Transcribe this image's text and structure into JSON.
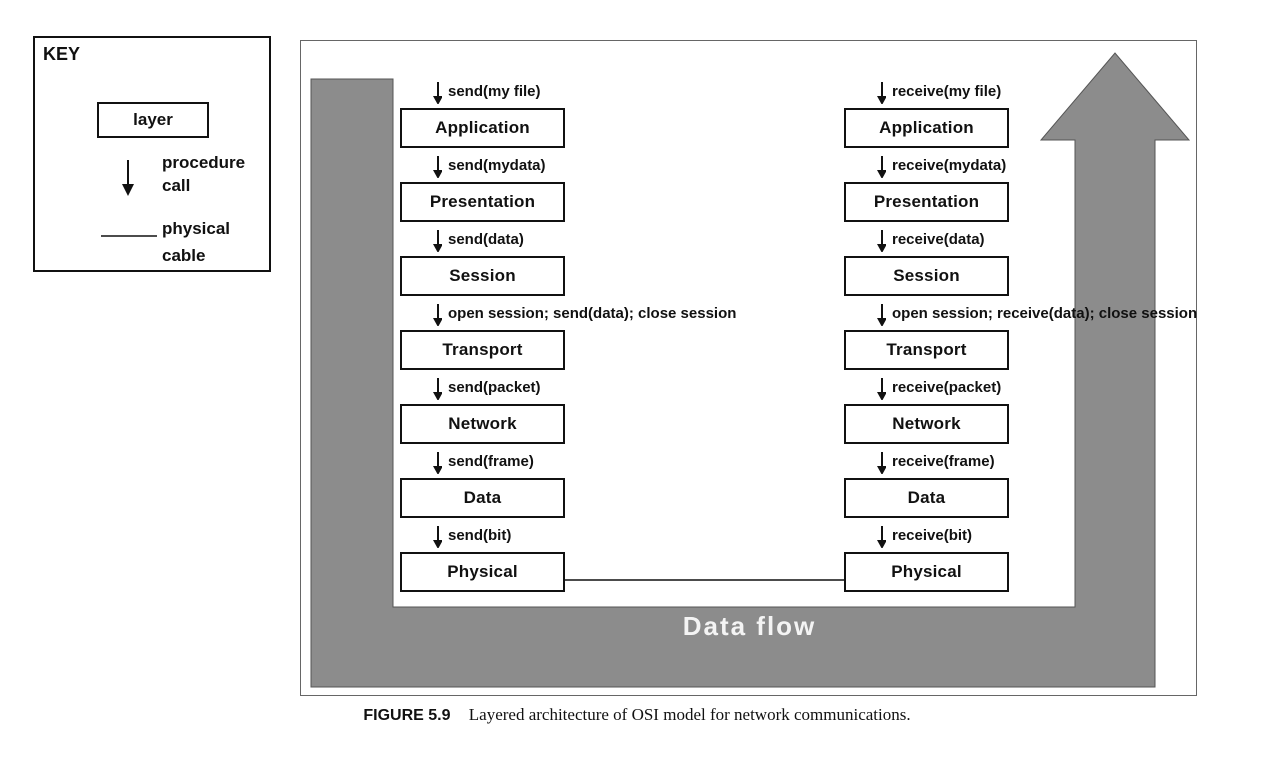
{
  "key": {
    "title": "KEY",
    "layer": "layer",
    "procedure_line1": "procedure",
    "procedure_line2": "call",
    "physical_line1": "physical",
    "physical_line2": "cable"
  },
  "layers": [
    "Application",
    "Presentation",
    "Session",
    "Transport",
    "Network",
    "Data",
    "Physical"
  ],
  "send_calls": [
    "send(my file)",
    "send(mydata)",
    "send(data)",
    "open session; send(data); close session",
    "send(packet)",
    "send(frame)",
    "send(bit)"
  ],
  "receive_calls": [
    "receive(my file)",
    "receive(mydata)",
    "receive(data)",
    "open session; receive(data); close session",
    "receive(packet)",
    "receive(frame)",
    "receive(bit)"
  ],
  "data_flow_label": "Data flow",
  "caption": {
    "figure": "FIGURE 5.9",
    "text": "Layered architecture of OSI model for network communications."
  },
  "colors": {
    "flow_arrow": "#8c8c8c",
    "ink": "#111111"
  }
}
